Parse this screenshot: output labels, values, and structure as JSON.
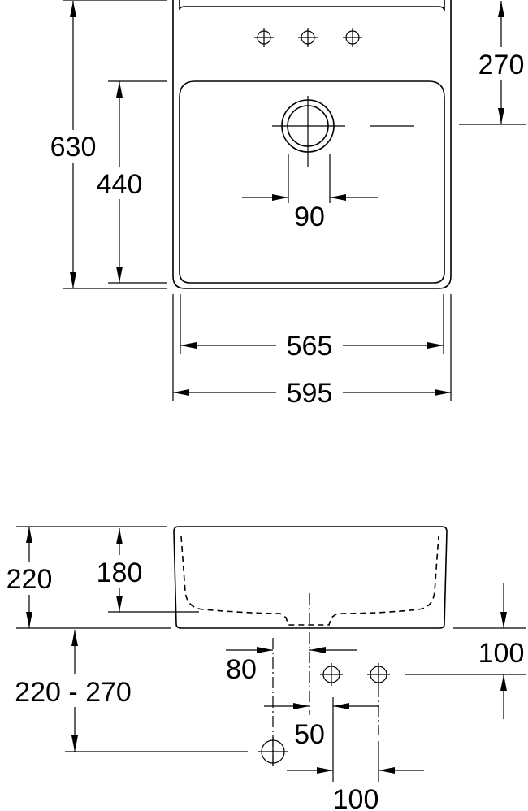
{
  "top_view": {
    "height_total": "630",
    "height_bowl": "440",
    "deck_depth": "270",
    "drain_diameter": "90",
    "inner_width": "565",
    "outer_width": "595"
  },
  "side_view": {
    "height_total": "220",
    "bowl_depth": "180",
    "mounting_height": "220 - 270",
    "offset_80": "80",
    "offset_100_right": "100",
    "offset_50": "50",
    "offset_100_bottom": "100"
  }
}
